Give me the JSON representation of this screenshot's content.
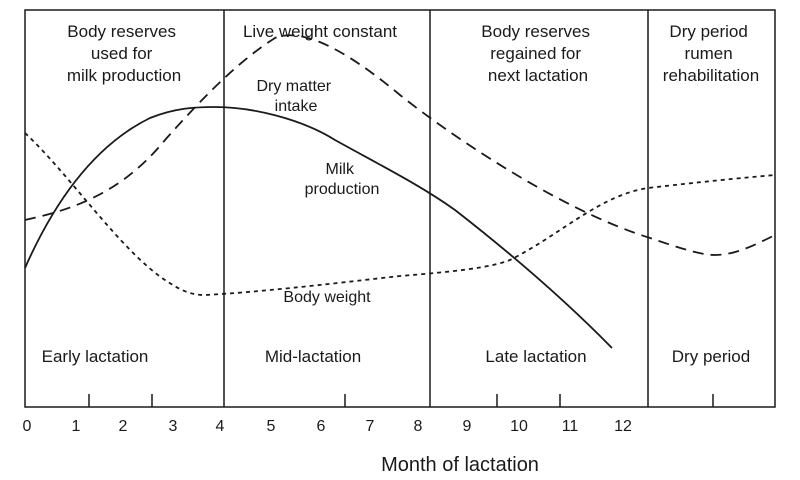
{
  "phase_headers": [
    [
      "Body reserves",
      "used for",
      "milk production"
    ],
    [
      "Live weight constant"
    ],
    [
      "Body reserves",
      "regained for",
      "next lactation"
    ],
    [
      "Dry period",
      "rumen",
      "rehabilitation"
    ]
  ],
  "stage_labels": [
    "Early lactation",
    "Mid-lactation",
    "Late lactation",
    "Dry period"
  ],
  "curve_labels": {
    "dry_matter_intake": [
      "Dry matter",
      "intake"
    ],
    "milk_production": [
      "Milk",
      "production"
    ],
    "body_weight": "Body weight"
  },
  "x_tick_labels": [
    "0",
    "1",
    "2",
    "3",
    "4",
    "5",
    "6",
    "7",
    "8",
    "9",
    "10",
    "11",
    "12"
  ],
  "x_axis_label": "Month of lactation",
  "colors": {
    "ink": "#1a1a1a",
    "background": "#ffffff"
  }
}
